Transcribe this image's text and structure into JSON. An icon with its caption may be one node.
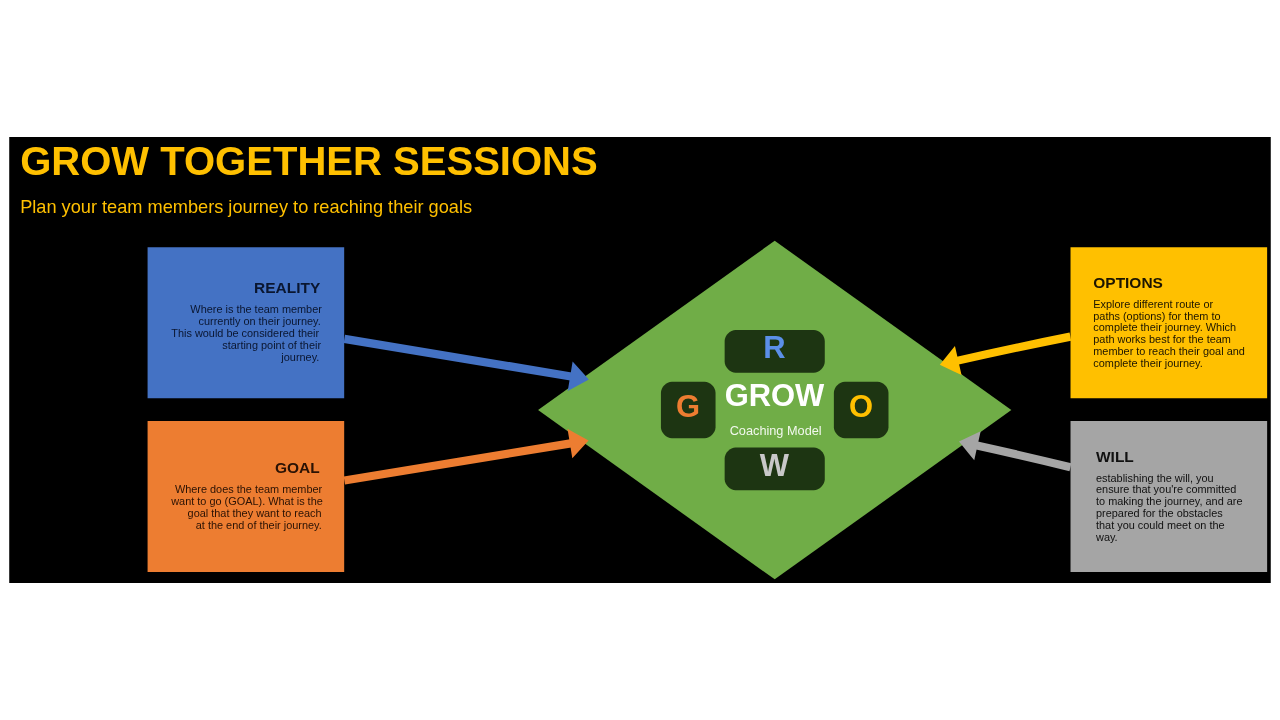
{
  "diagram": {
    "title": "GROW TOGETHER SESSIONS",
    "nodes": [
      {
        "text": [
          "REALITY",
          "Where is the team member currently on their journey. This would be considered their starting point of their journey."
        ]
      },
      {
        "text": [
          "R",
          "G",
          "GROW",
          "Coaching Model",
          "O",
          "W"
        ]
      },
      {
        "text": [
          "OPTIONS",
          "Explore different route or paths (options) for them to complete their journey. Which path works best for the team member to reach their goal and complete their journey."
        ]
      },
      {
        "text": [
          "GOAL",
          "Where does the team member want to go (GOAL). What is the goal that they want to reach at the end of their journey."
        ]
      },
      {
        "text": [
          "WILL",
          "establishing the will, you ensure that you're committed to making the journey, and are prepared for the obstacles that you could meet on the way."
        ]
      }
    ],
    "edges": [
      {
        "from": 0,
        "to": 1,
        "arrow": "to",
        "color": "#4472c4"
      },
      {
        "from": 2,
        "to": 1,
        "arrow": "to",
        "color": "#ffc000"
      },
      {
        "from": 3,
        "to": 1,
        "arrow": "to",
        "color": "#ed7d31"
      },
      {
        "from": 4,
        "to": 1,
        "arrow": "to",
        "color": "#a5a5a5"
      }
    ],
    "labels": [
      "Plan your team members journey to reaching their goals"
    ]
  }
}
